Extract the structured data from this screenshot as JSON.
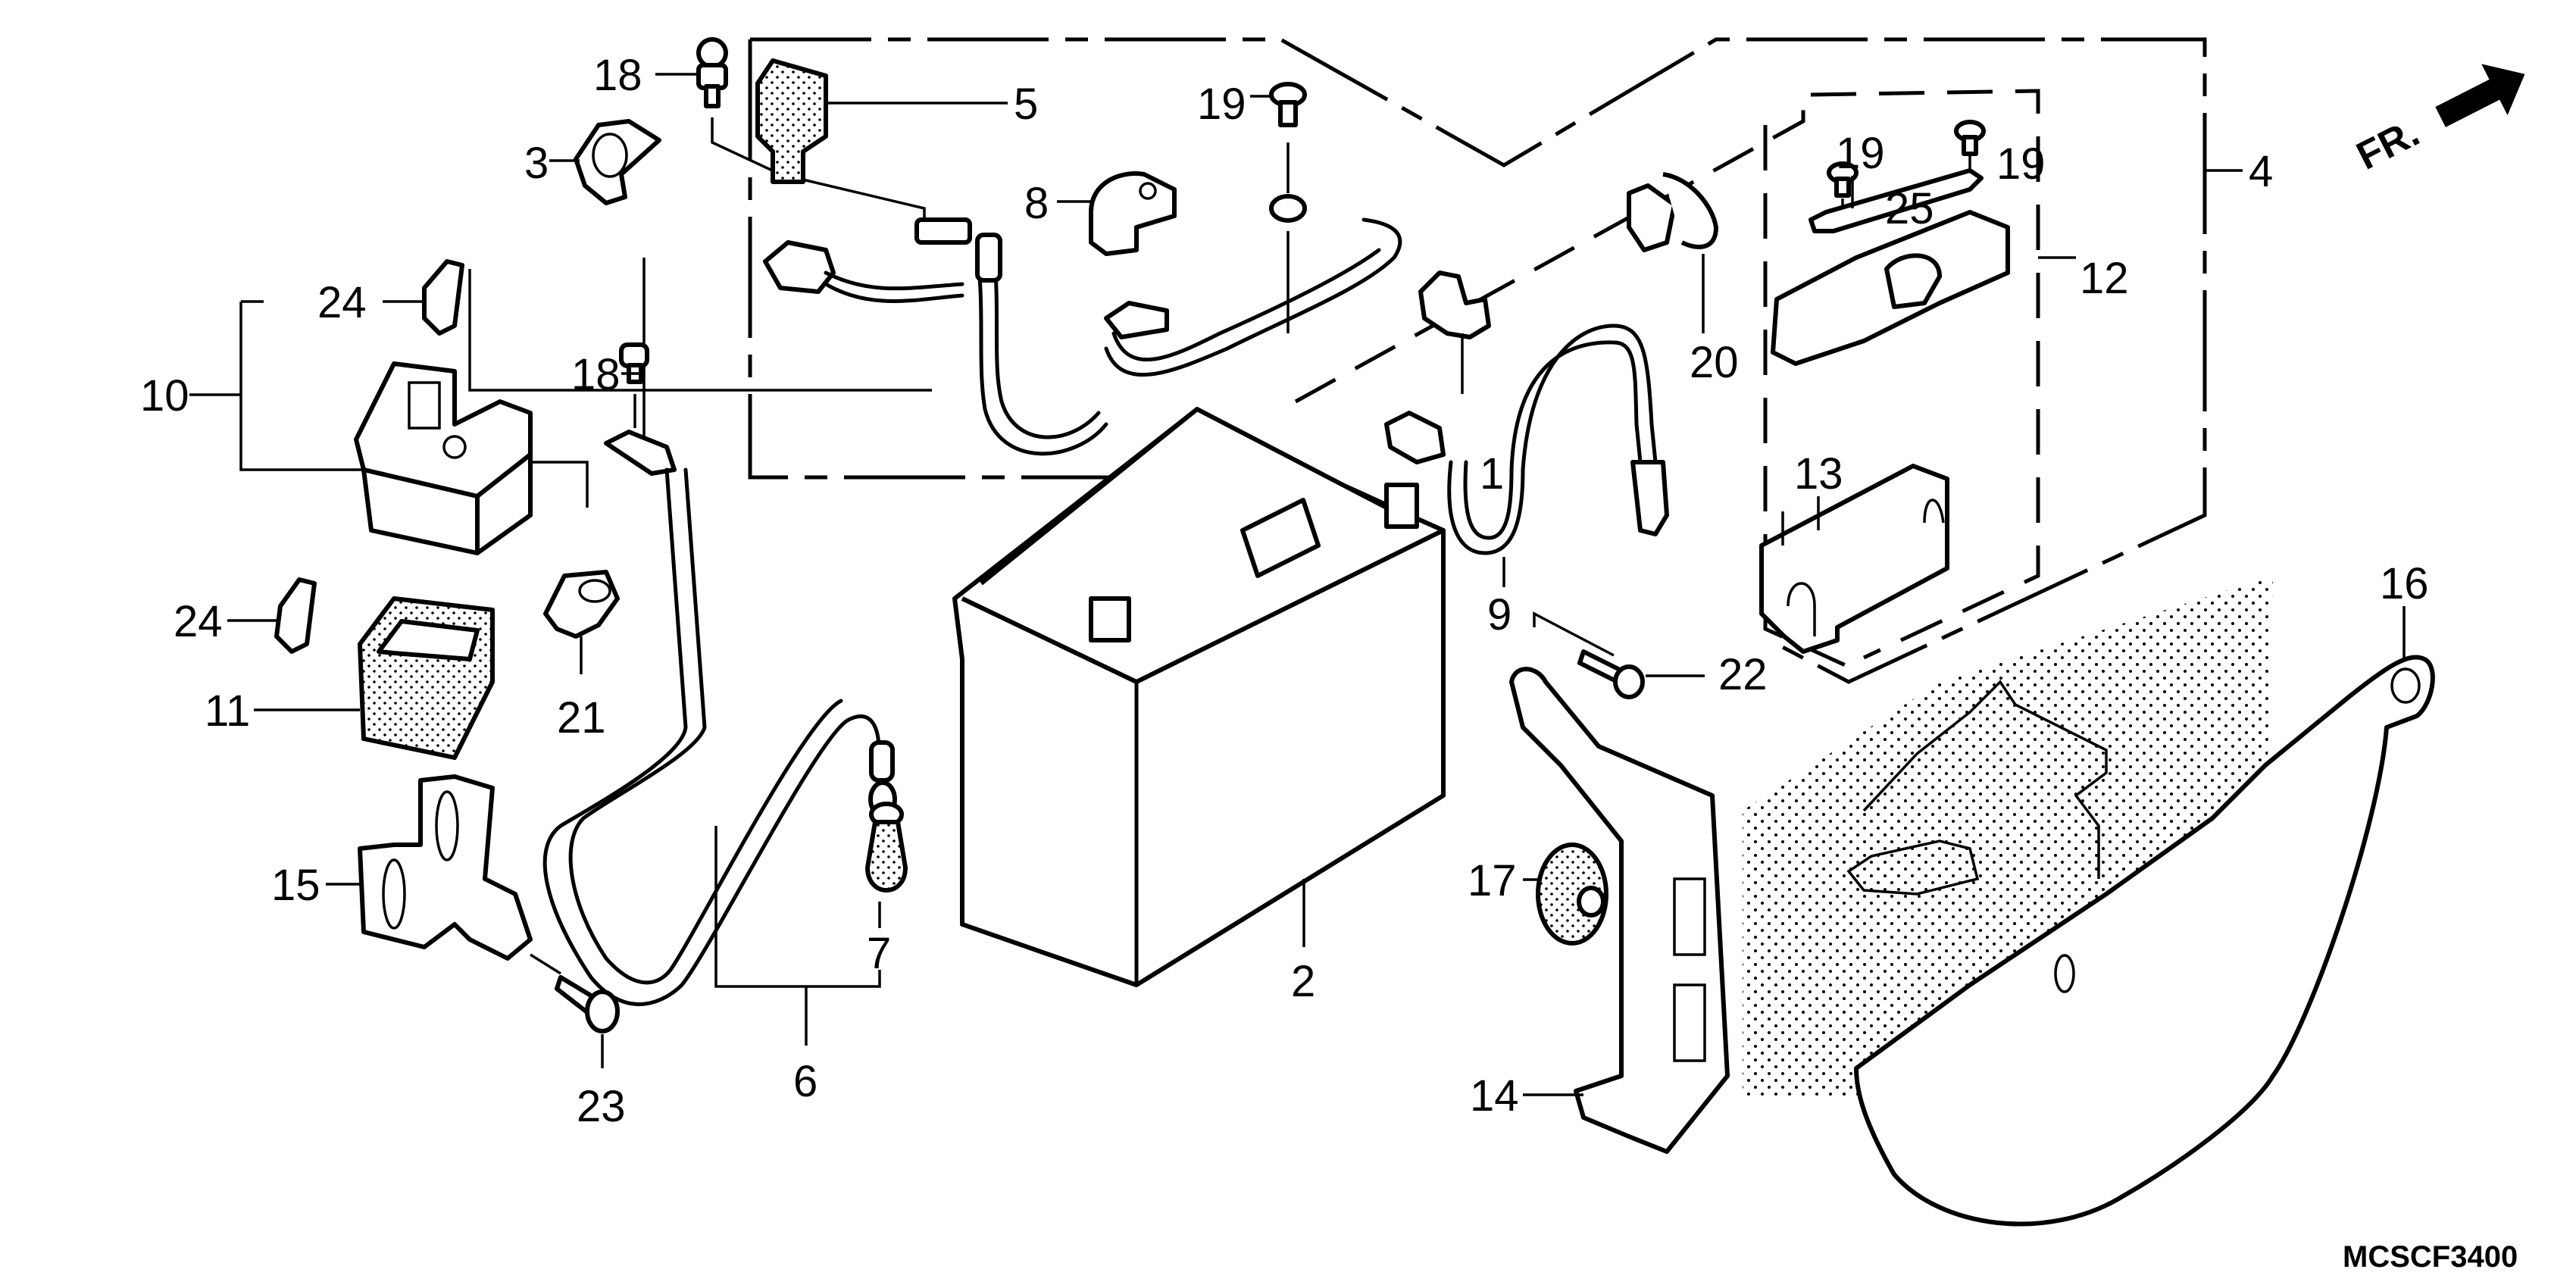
{
  "diagram": {
    "title": "Battery / Fuse box assembly exploded view",
    "direction_indicator": "FR.",
    "drawing_code": "MCSCF3400",
    "callouts": [
      {
        "id": "c1",
        "label": "1",
        "part": "battery-cable-clamp"
      },
      {
        "id": "c2",
        "label": "2",
        "part": "battery"
      },
      {
        "id": "c3",
        "label": "3",
        "part": "cable-clamp"
      },
      {
        "id": "c4",
        "label": "4",
        "part": "wire-harness-assembly"
      },
      {
        "id": "c5",
        "label": "5",
        "part": "terminal-cover"
      },
      {
        "id": "c6",
        "label": "6",
        "part": "starter-cable"
      },
      {
        "id": "c7",
        "label": "7",
        "part": "terminal-cap"
      },
      {
        "id": "c8",
        "label": "8",
        "part": "terminal-cover"
      },
      {
        "id": "c9",
        "label": "9",
        "part": "negative-battery-cable"
      },
      {
        "id": "c10",
        "label": "10",
        "part": "starter-relay-switch"
      },
      {
        "id": "c11",
        "label": "11",
        "part": "relay-cover"
      },
      {
        "id": "c12",
        "label": "12",
        "part": "fuse-box"
      },
      {
        "id": "c13",
        "label": "13",
        "part": "fuse-box-cover"
      },
      {
        "id": "c14",
        "label": "14",
        "part": "battery-holder-bracket"
      },
      {
        "id": "c15",
        "label": "15",
        "part": "relay-bracket"
      },
      {
        "id": "c16",
        "label": "16",
        "part": "battery-box-cover"
      },
      {
        "id": "c17",
        "label": "17",
        "part": "rubber-cushion"
      },
      {
        "id": "c18a",
        "label": "18",
        "part": "bolt"
      },
      {
        "id": "c18b",
        "label": "18",
        "part": "bolt"
      },
      {
        "id": "c19a",
        "label": "19",
        "part": "screw"
      },
      {
        "id": "c19b",
        "label": "19",
        "part": "screw"
      },
      {
        "id": "c19c",
        "label": "19",
        "part": "screw"
      },
      {
        "id": "c20",
        "label": "20",
        "part": "wire-clip"
      },
      {
        "id": "c21",
        "label": "21",
        "part": "cable-clamp"
      },
      {
        "id": "c22",
        "label": "22",
        "part": "flange-bolt"
      },
      {
        "id": "c23",
        "label": "23",
        "part": "flange-bolt"
      },
      {
        "id": "c24a",
        "label": "24",
        "part": "fuse"
      },
      {
        "id": "c24b",
        "label": "24",
        "part": "fuse"
      },
      {
        "id": "c25",
        "label": "25",
        "part": "fuse-link"
      }
    ]
  }
}
